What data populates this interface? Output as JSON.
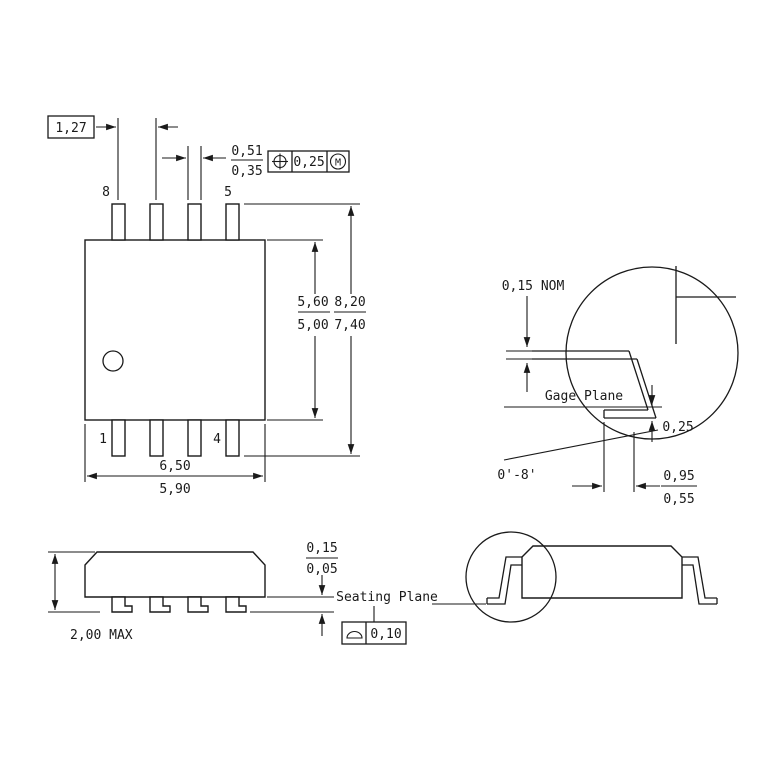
{
  "drawing": {
    "top_view": {
      "pitch": "1,27",
      "lead_width": {
        "max": "0,51",
        "min": "0,35"
      },
      "tolerance": {
        "value": "0,25",
        "modifier": "M"
      },
      "pins": {
        "top_left": "8",
        "top_right": "5",
        "bottom_left": "1",
        "bottom_right": "4"
      },
      "body_width": {
        "max": "5,60",
        "min": "5,00"
      },
      "overall_width": {
        "max": "8,20",
        "min": "7,40"
      },
      "body_length": {
        "max": "6,50",
        "min": "5,90"
      }
    },
    "lead_detail": {
      "thickness": "0,15 NOM",
      "gage_plane": "Gage Plane",
      "gage_offset": "0,25",
      "angle": "0'-8'",
      "foot_length": {
        "max": "0,95",
        "min": "0,55"
      }
    },
    "front_view": {
      "standoff": {
        "max": "0,15",
        "min": "0,05"
      },
      "height": "2,00 MAX"
    },
    "side_view": {
      "seating_plane": "Seating Plane",
      "flatness": "0,10"
    }
  }
}
